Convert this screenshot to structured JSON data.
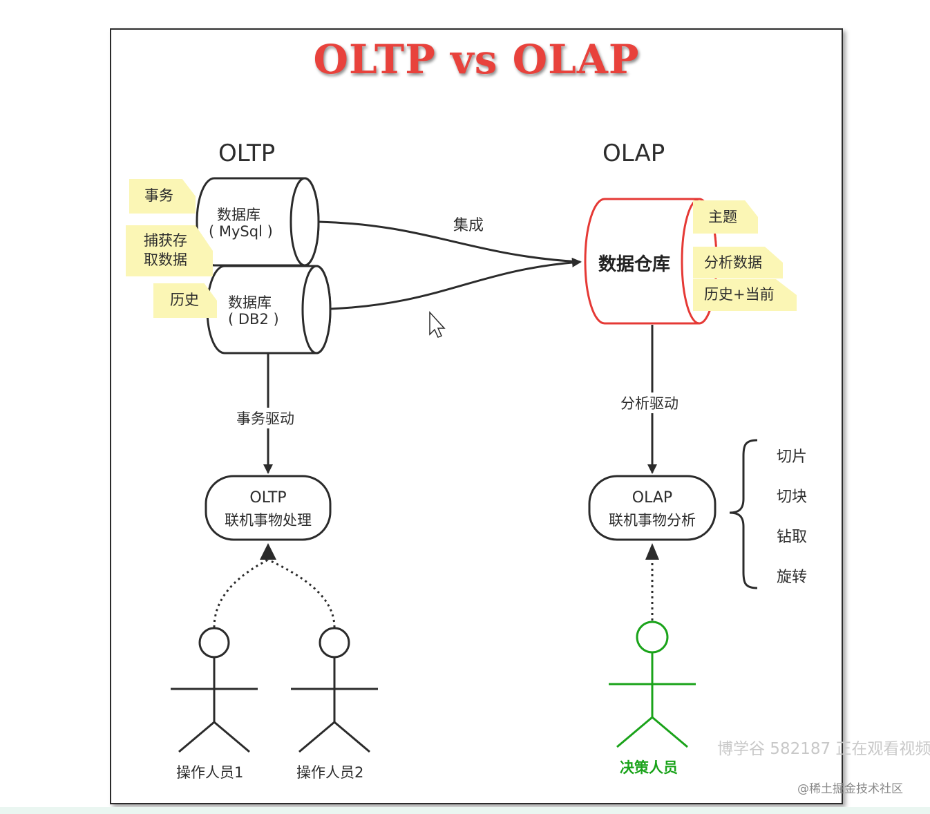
{
  "diagram": {
    "title": "OLTP vs OLAP",
    "oltp": {
      "heading": "OLTP",
      "db1_line1": "数据库",
      "db1_line2": "( MySql )",
      "db2_line1": "数据库",
      "db2_line2": "( DB2 )",
      "notes": [
        "事务",
        "捕获存\n取数据",
        "历史"
      ],
      "edge_label": "事务驱动",
      "process_line1": "OLTP",
      "process_line2": "联机事物处理",
      "actors": [
        "操作人员1",
        "操作人员2"
      ]
    },
    "integration_label": "集成",
    "olap": {
      "heading": "OLAP",
      "warehouse_label": "数据仓库",
      "notes": [
        "主题",
        "分析数据",
        "历史+当前"
      ],
      "edge_label": "分析驱动",
      "process_line1": "OLAP",
      "process_line2": "联机事物分析",
      "operations": [
        "切片",
        "切块",
        "钻取",
        "旋转"
      ],
      "actor": "决策人员"
    },
    "colors": {
      "title": "#e8423c",
      "warehouse_outline": "#e53935",
      "decision_actor": "#1aa31a",
      "note_fill": "#fbf6b5",
      "line": "#2b2b2b"
    }
  },
  "overlay": {
    "watermark": "博学谷 582187 正在观看视频",
    "footer": "@稀土掘金技术社区",
    "cursor_icon": "arrow-cursor-icon"
  }
}
